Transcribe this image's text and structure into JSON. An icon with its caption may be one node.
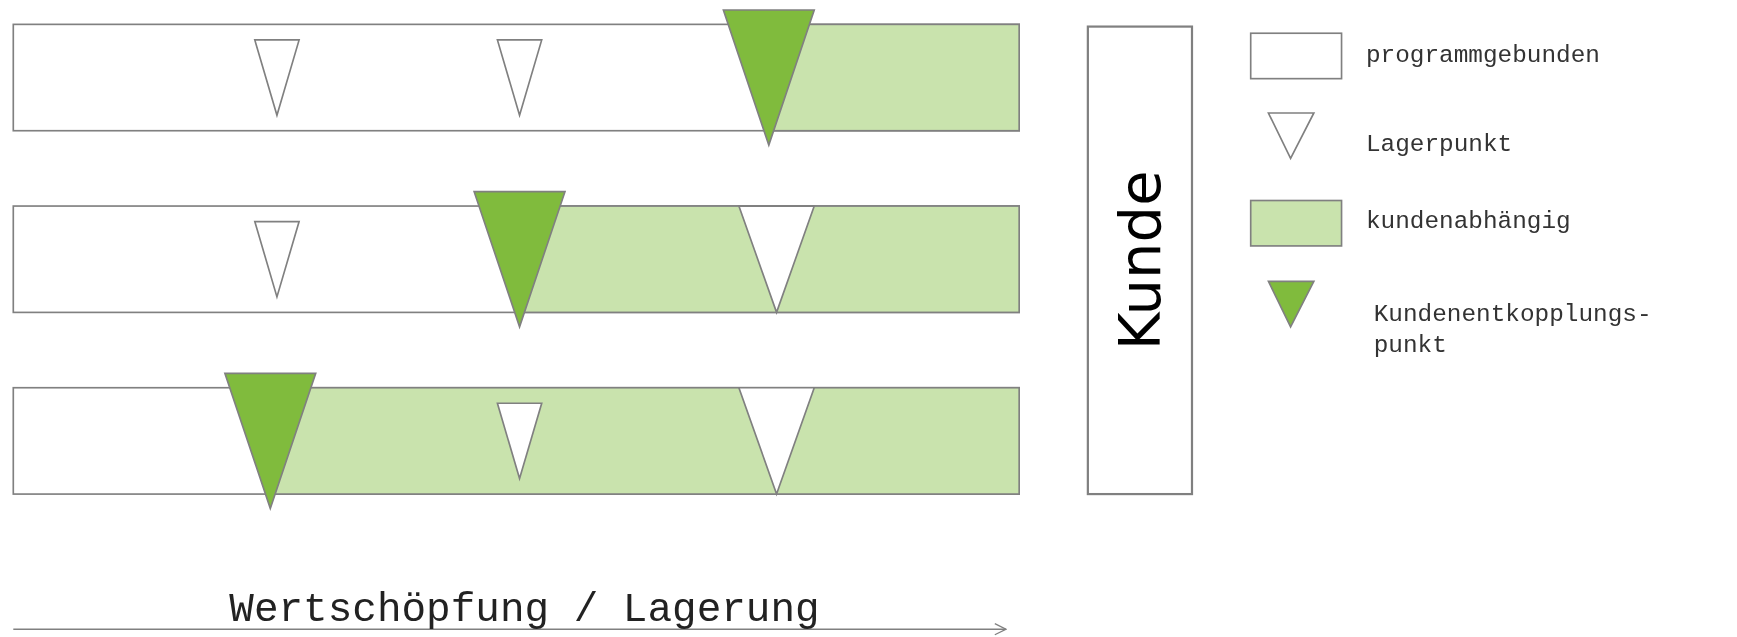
{
  "diagram": {
    "nodes": [
      {
        "text": [
          "Kunde"
        ]
      }
    ],
    "labels": [
      "Wertschöpfung / Lagerung"
    ],
    "legend": [
      {
        "text": "programmgebunden",
        "color": "#ffffff"
      },
      {
        "text": "Lagerpunkt"
      },
      {
        "text": "kundenabhängig",
        "color": "#c9e3ad"
      },
      {
        "text": "Kundenentkopplungs- punkt"
      }
    ]
  }
}
